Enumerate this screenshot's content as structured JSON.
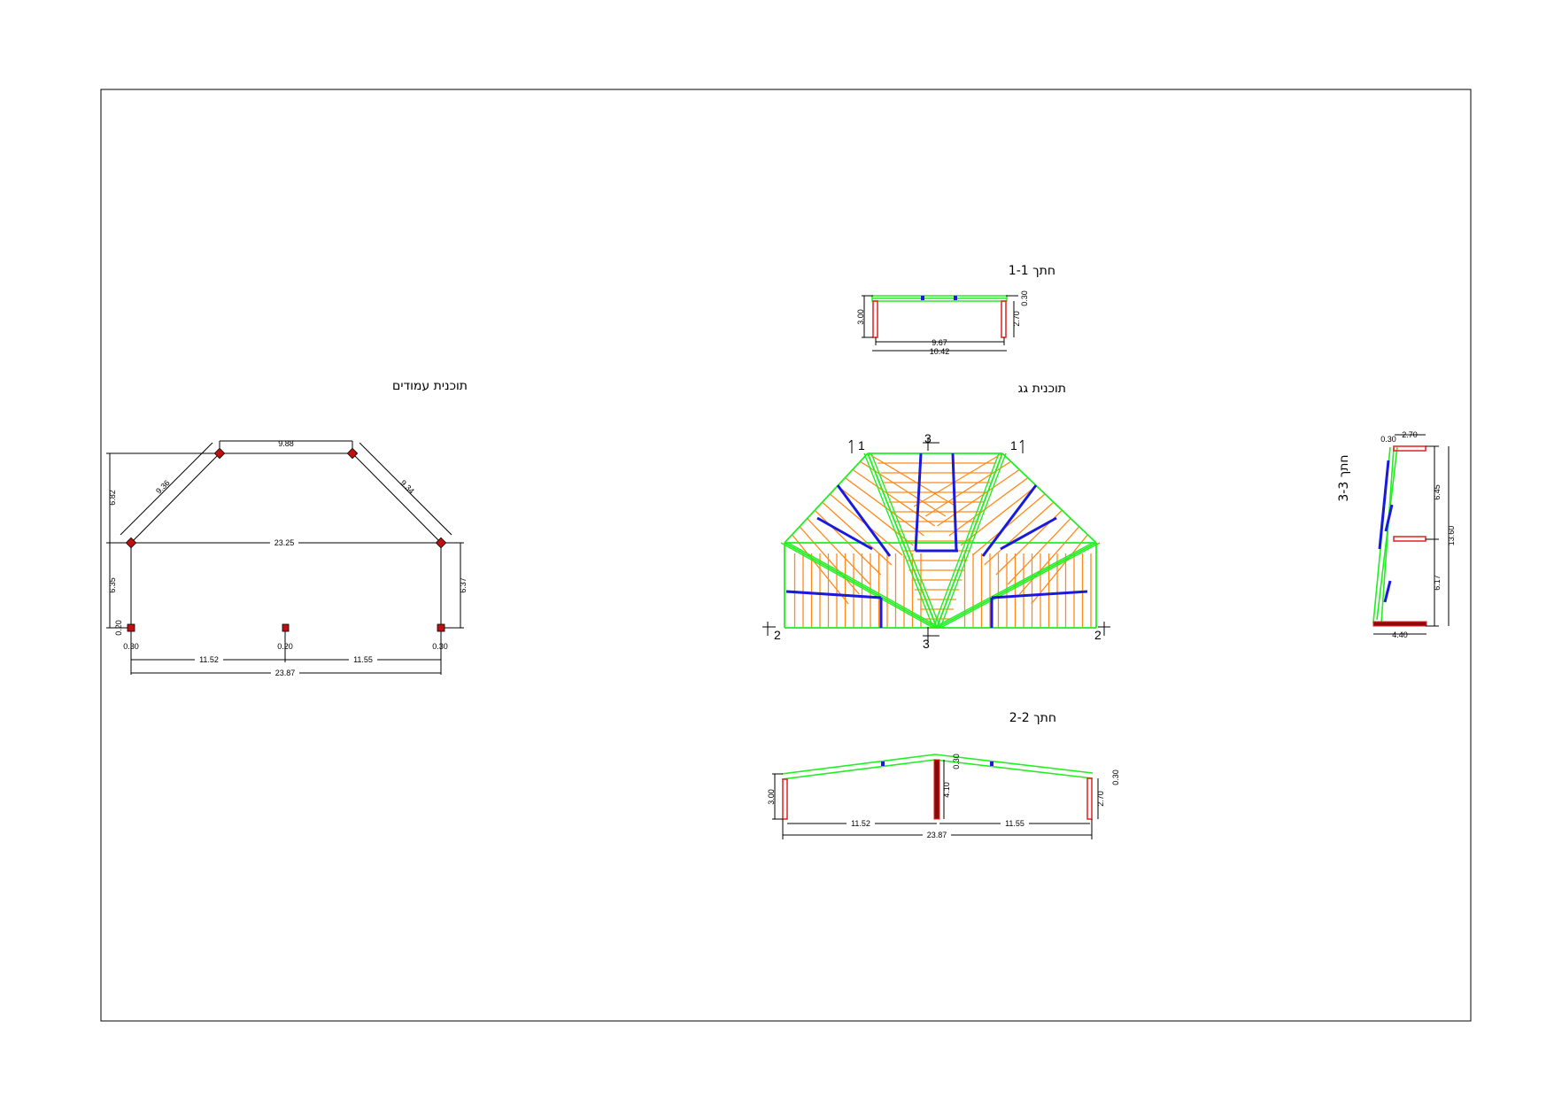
{
  "titles": {
    "columns_plan": "תוכנית עמודים",
    "roof_plan": "תוכנית גג",
    "section_1_1": "חתך 1-1",
    "section_2_2": "חתך 2-2",
    "section_3_3": "חתך 3-3"
  },
  "section_markers": {
    "m1": "1",
    "m2": "2",
    "m3": "3"
  },
  "columns_plan_dims": {
    "top": "9.88",
    "left_diag": "9.36",
    "right_diag": "9.34",
    "mid": "23.25",
    "left_h1": "6.82",
    "left_h2": "6.35",
    "right_h": "6.37",
    "col_left": "0.30",
    "col_mid": "0.20",
    "col_right": "0.30",
    "col_small": "0.20",
    "bay1": "11.52",
    "bay2": "11.55",
    "total": "23.87"
  },
  "section_1_1_dims": {
    "h_left": "3.00",
    "h_right": "2.70",
    "top": "0.30",
    "inner": "9.67",
    "outer": "10.42"
  },
  "section_2_2_dims": {
    "h_left": "3.00",
    "h_mid": "4.10",
    "top_mid": "0.30",
    "h_right": "2.70",
    "top_right": "0.30",
    "bay1": "11.52",
    "bay2": "11.55",
    "total": "23.87"
  },
  "section_3_3_dims": {
    "top_small": "0.30",
    "top": "2.70",
    "h1": "6.45",
    "h2": "6.17",
    "total": "13.60",
    "base": "4.40"
  },
  "colors": {
    "beam": "#22ee22",
    "purlin": "#ff8a1a",
    "brace": "#1a1adf",
    "column": "#e02020"
  }
}
